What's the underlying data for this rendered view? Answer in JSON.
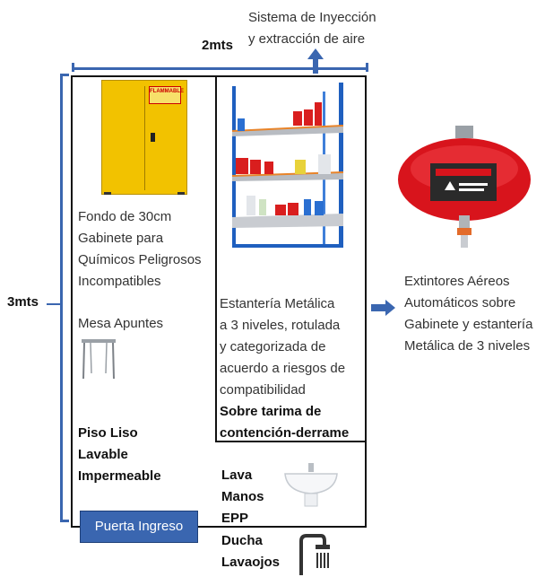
{
  "dimensions": {
    "width_label": "2mts",
    "height_label": "3mts"
  },
  "ventilation": {
    "label": "Sistema de Inyección\ny extracción de aire"
  },
  "cabinet": {
    "sign_text": "FLAMMABLE",
    "description": "Fondo de 30cm\nGabinete para\nQuímicos Peligrosos\nIncompatibles"
  },
  "desk": {
    "label": "Mesa Apuntes"
  },
  "floor": {
    "label": "Piso Liso\nLavable\nImpermeable"
  },
  "shelving": {
    "description": "Estantería Metálica\na 3 niveles, rotulada\ny categorizada de\nacuerdo a riesgos de\ncompatibilidad",
    "containment": "Sobre tarima de\ncontención-derrame"
  },
  "sink": {
    "label": "Lava\nManos\nEPP"
  },
  "shower": {
    "label": "Ducha\nLavaojos"
  },
  "entrance": {
    "label": "Puerta Ingreso"
  },
  "extinguisher": {
    "description": "Extintores Aéreos\nAutomáticos sobre\nGabinete y estantería\nMetálica de 3 niveles"
  },
  "colors": {
    "dimension_lines": "#3a66b0",
    "cabinet": "#f2c200",
    "extinguisher": "#d8141c"
  }
}
